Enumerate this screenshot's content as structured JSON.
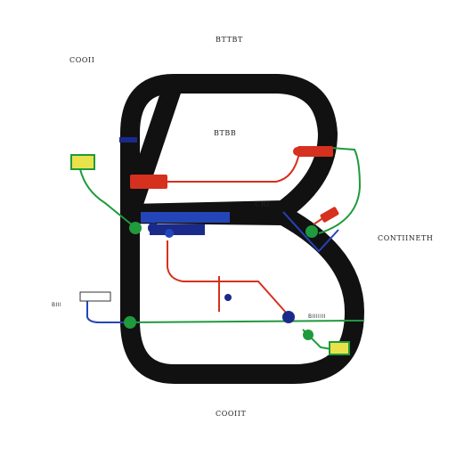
{
  "labels": {
    "top": "BTTBT",
    "top_left": "COOII",
    "center_upper": "BTBB",
    "junction": "CRI",
    "right": "CONTIINETH",
    "bottom": "COOIIT",
    "left_small": "BIII",
    "lower_right_small": "BIIIIIII"
  },
  "colors": {
    "track": "#111111",
    "red": "#d6301e",
    "green": "#1f9a3c",
    "blue": "#2445b8",
    "yellow": "#e9e24b",
    "navy": "#1a2a8a"
  },
  "icons": [
    "component-icon",
    "connector-node-icon",
    "junction-dot-icon"
  ]
}
